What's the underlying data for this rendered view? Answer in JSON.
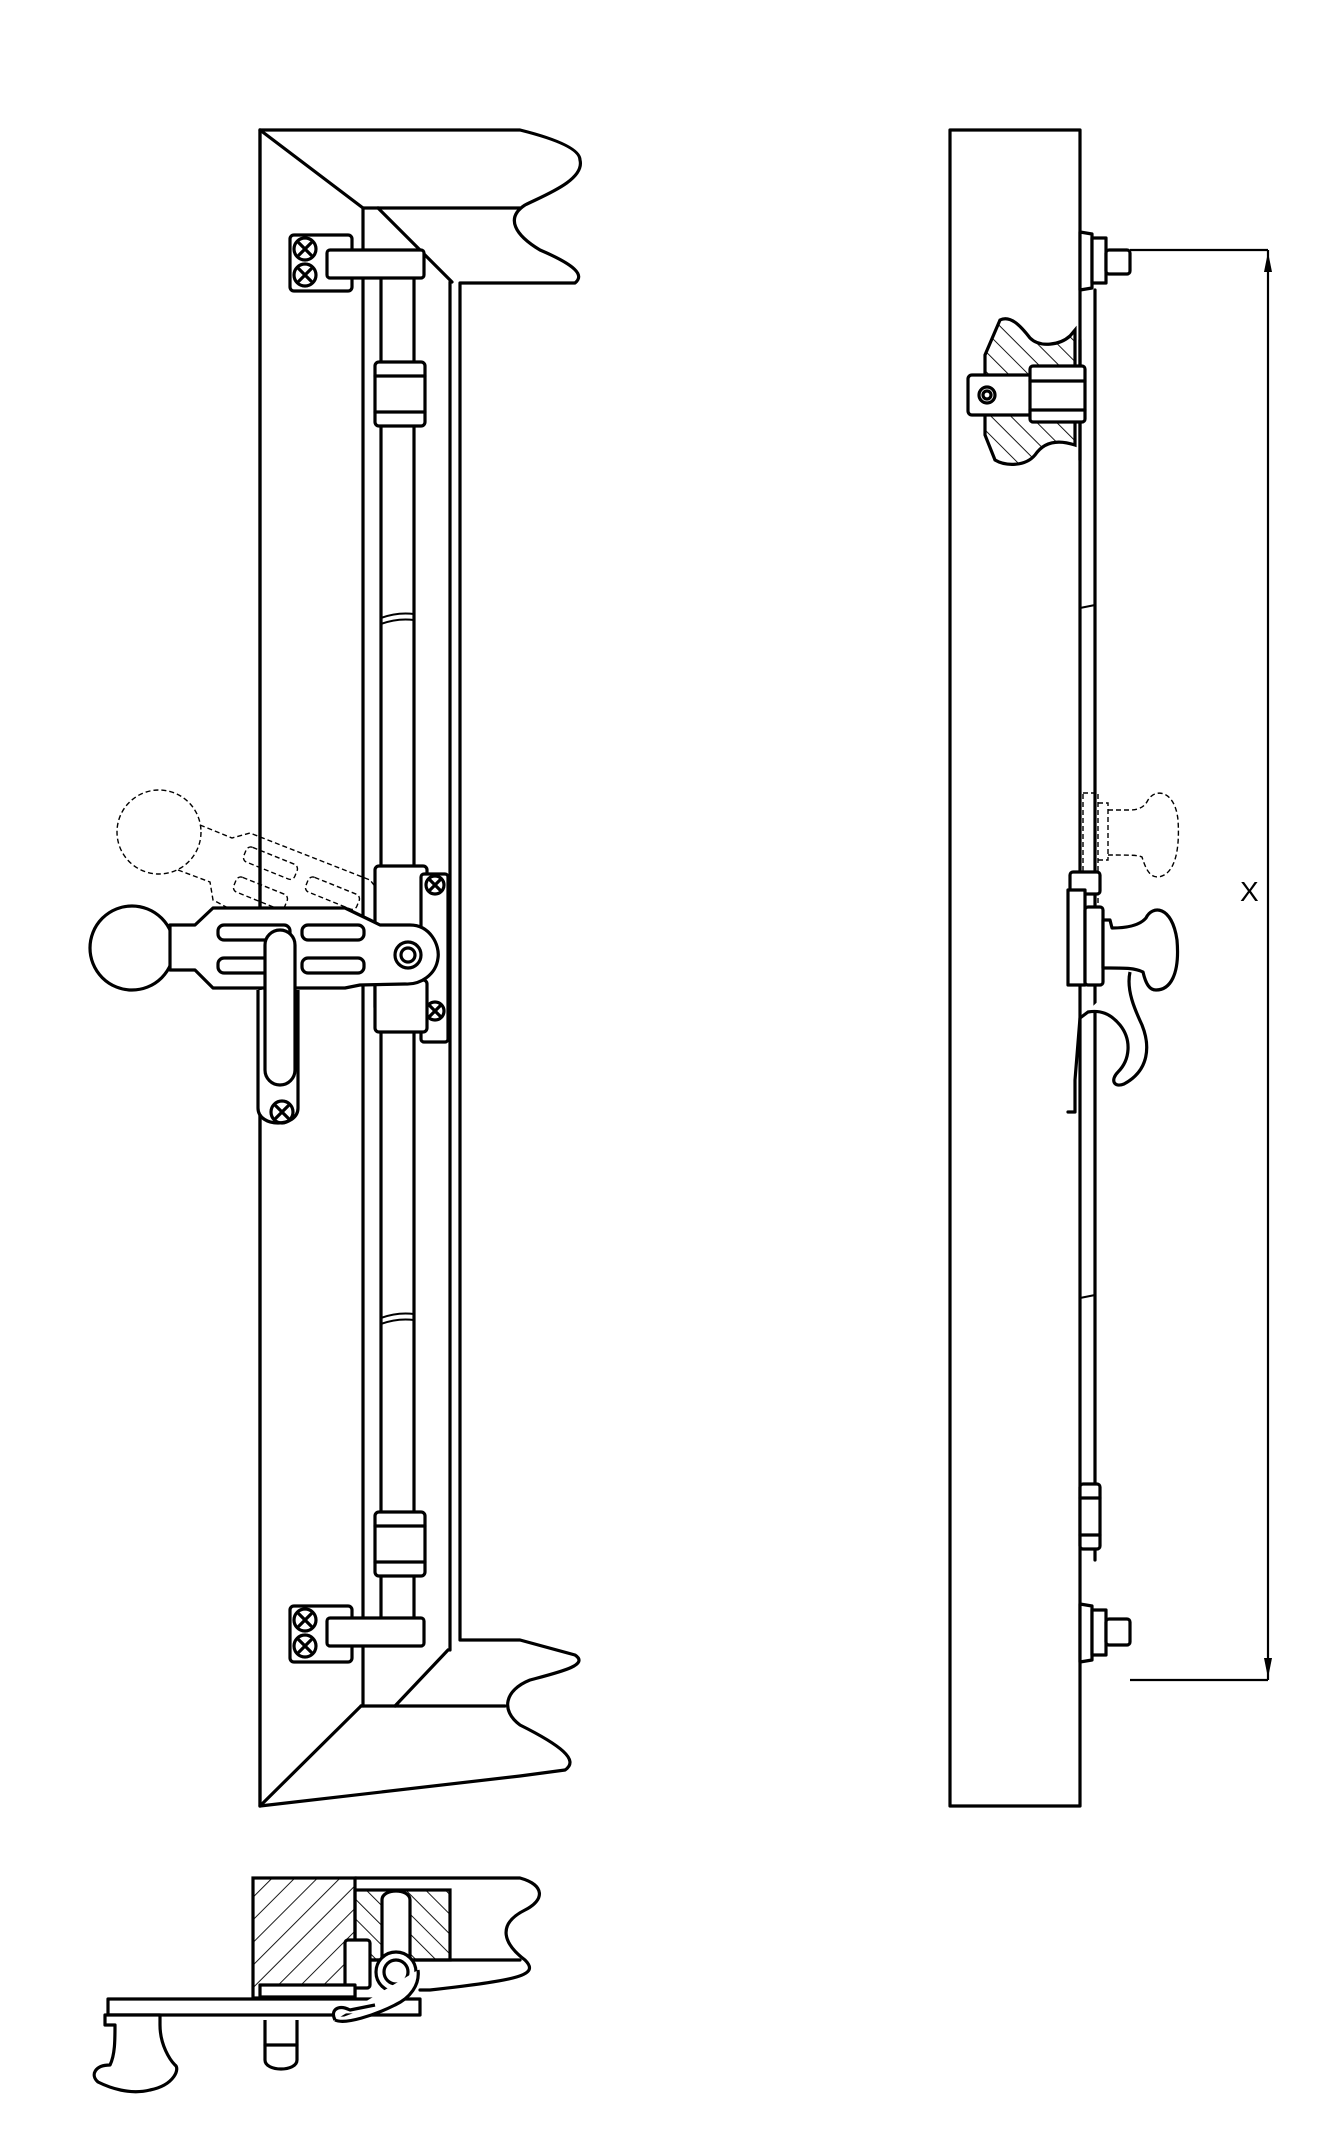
{
  "figure": {
    "type": "technical-drawing",
    "subject": "espagnolette window bolt with lever handle",
    "views": [
      {
        "name": "front-view",
        "description": "Window frame with vertical espagnolette rod, rod guides, top and bottom keepers, and lever handle shown in closed and (ghosted) open position"
      },
      {
        "name": "side-view",
        "description": "Side elevation of frame with rod, hatched hand-grip section, knob and hook, and overall dimension X"
      },
      {
        "name": "section-view",
        "description": "Horizontal cross section through frame and sash showing lever, knob, and hook engagement"
      }
    ]
  },
  "dimension": {
    "label": "X",
    "orientation": "vertical"
  },
  "colors": {
    "line": "#000000",
    "background": "#ffffff"
  }
}
